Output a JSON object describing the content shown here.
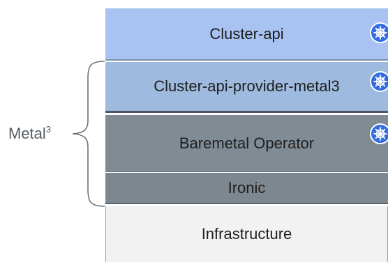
{
  "diagram": {
    "layers": {
      "cluster_api": "Cluster-api",
      "provider_metal3": "Cluster-api-provider-metal3",
      "baremetal_operator": "Baremetal Operator",
      "ironic": "Ironic",
      "infrastructure": "Infrastructure"
    },
    "group_label": "Metal",
    "group_label_sup": "3",
    "icons": [
      "kubernetes-icon",
      "kubernetes-icon",
      "kubernetes-icon"
    ],
    "colors": {
      "cluster_api": "#a8c3f1",
      "provider_metal3": "#9ebadf",
      "baremetal_operator": "#808b94",
      "ironic": "#7d878f",
      "infrastructure": "#f2f2f2",
      "kubernetes": "#326ce5"
    }
  }
}
